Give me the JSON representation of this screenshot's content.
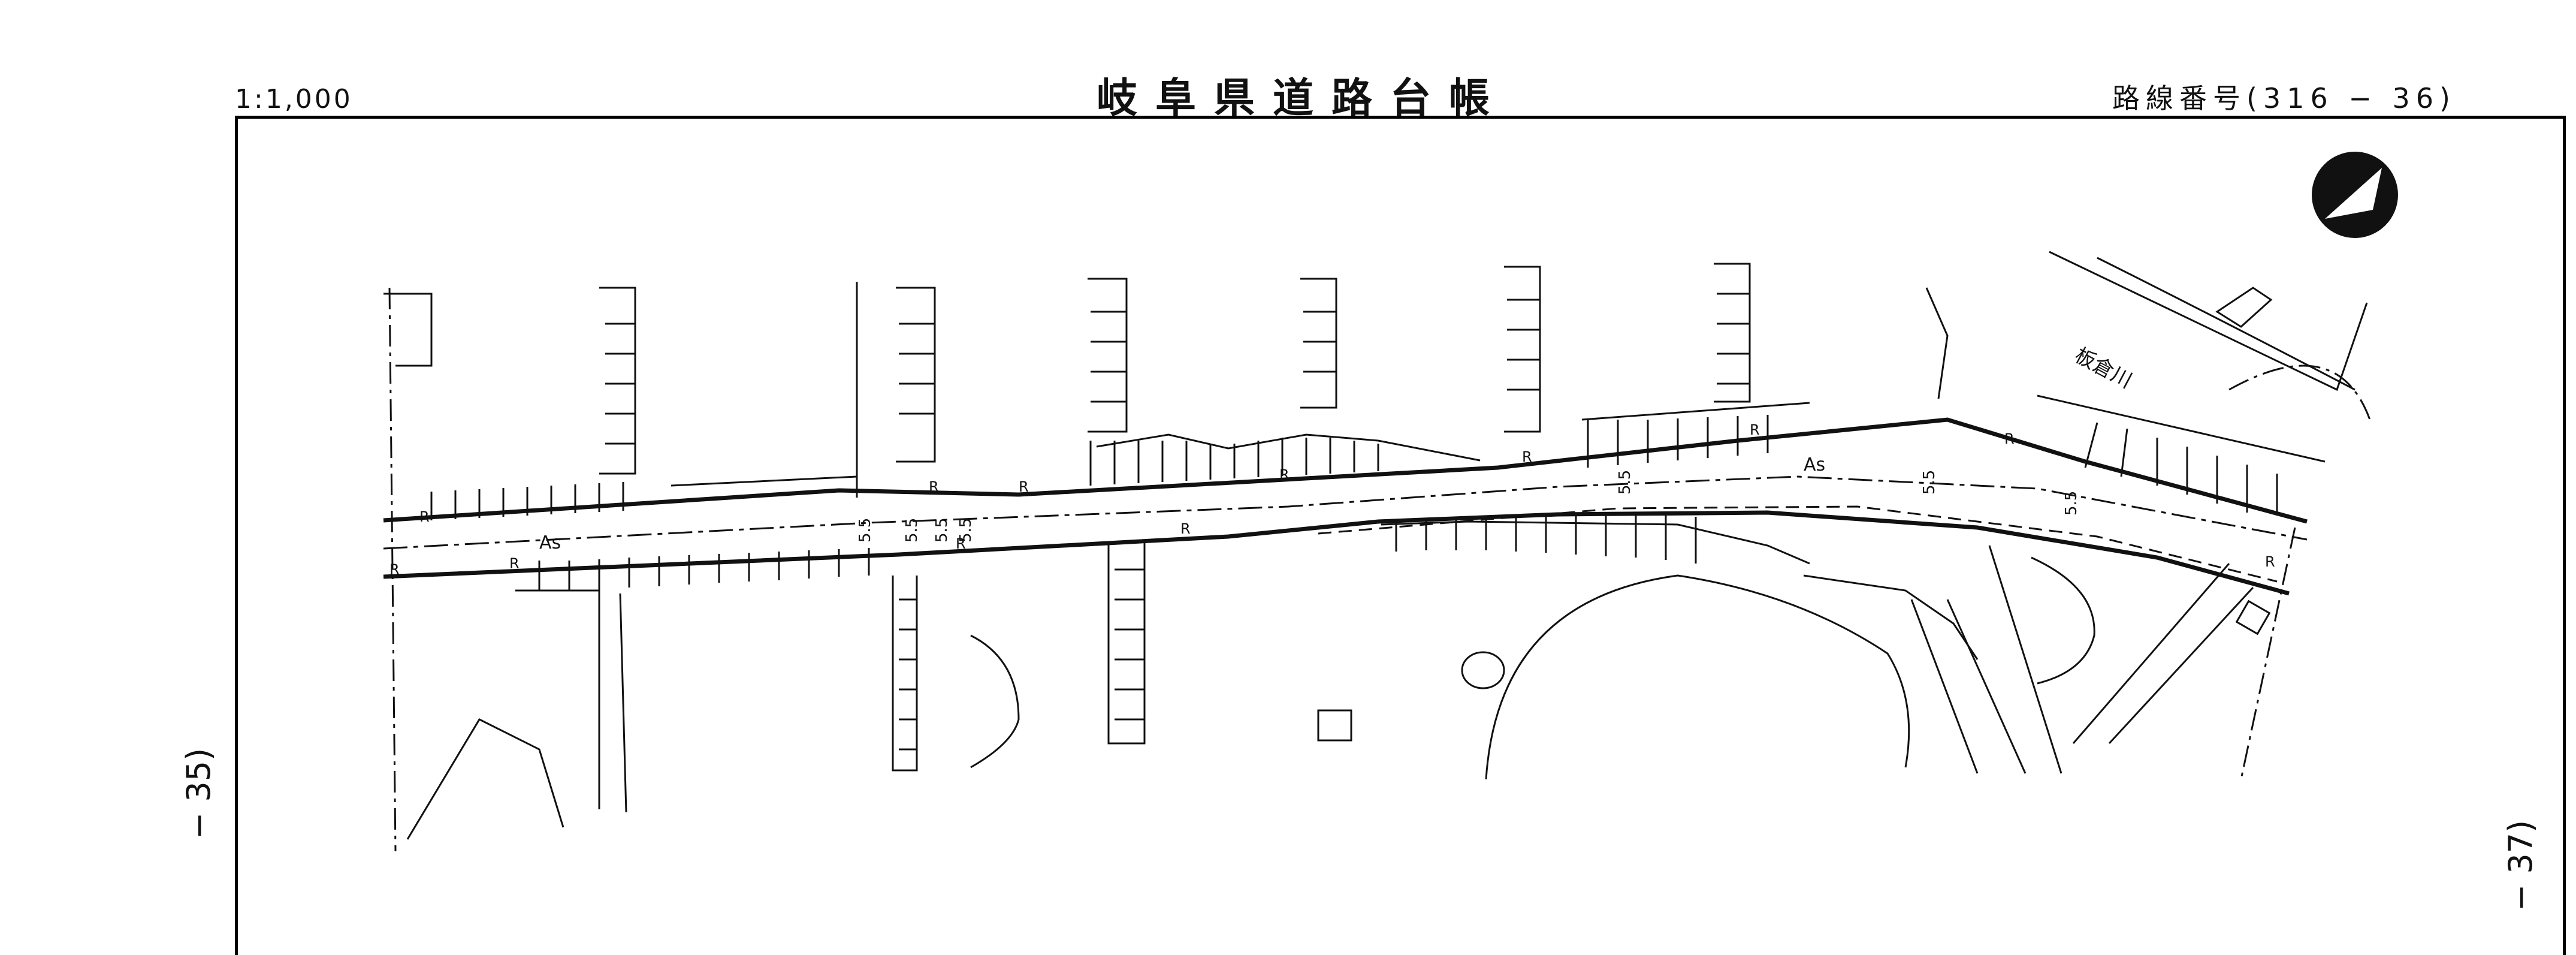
{
  "header": {
    "scale": "1:1,000",
    "title": "岐阜県道路台帳",
    "route": "路線番号(316 − 36)"
  },
  "side_labels": {
    "left": "− 35)",
    "right": "− 37)"
  },
  "map": {
    "north_arrow": "north-arrow",
    "river_label": "板倉川",
    "surface_labels": [
      "As",
      "As"
    ],
    "width_labels": [
      "5.5",
      "5.5",
      "5.5",
      "5.5",
      "5.5",
      "5.5",
      "5.5"
    ],
    "road_marks": [
      "R",
      "R",
      "R",
      "R",
      "R",
      "R",
      "R",
      "R",
      "R",
      "R",
      "R",
      "R"
    ]
  }
}
